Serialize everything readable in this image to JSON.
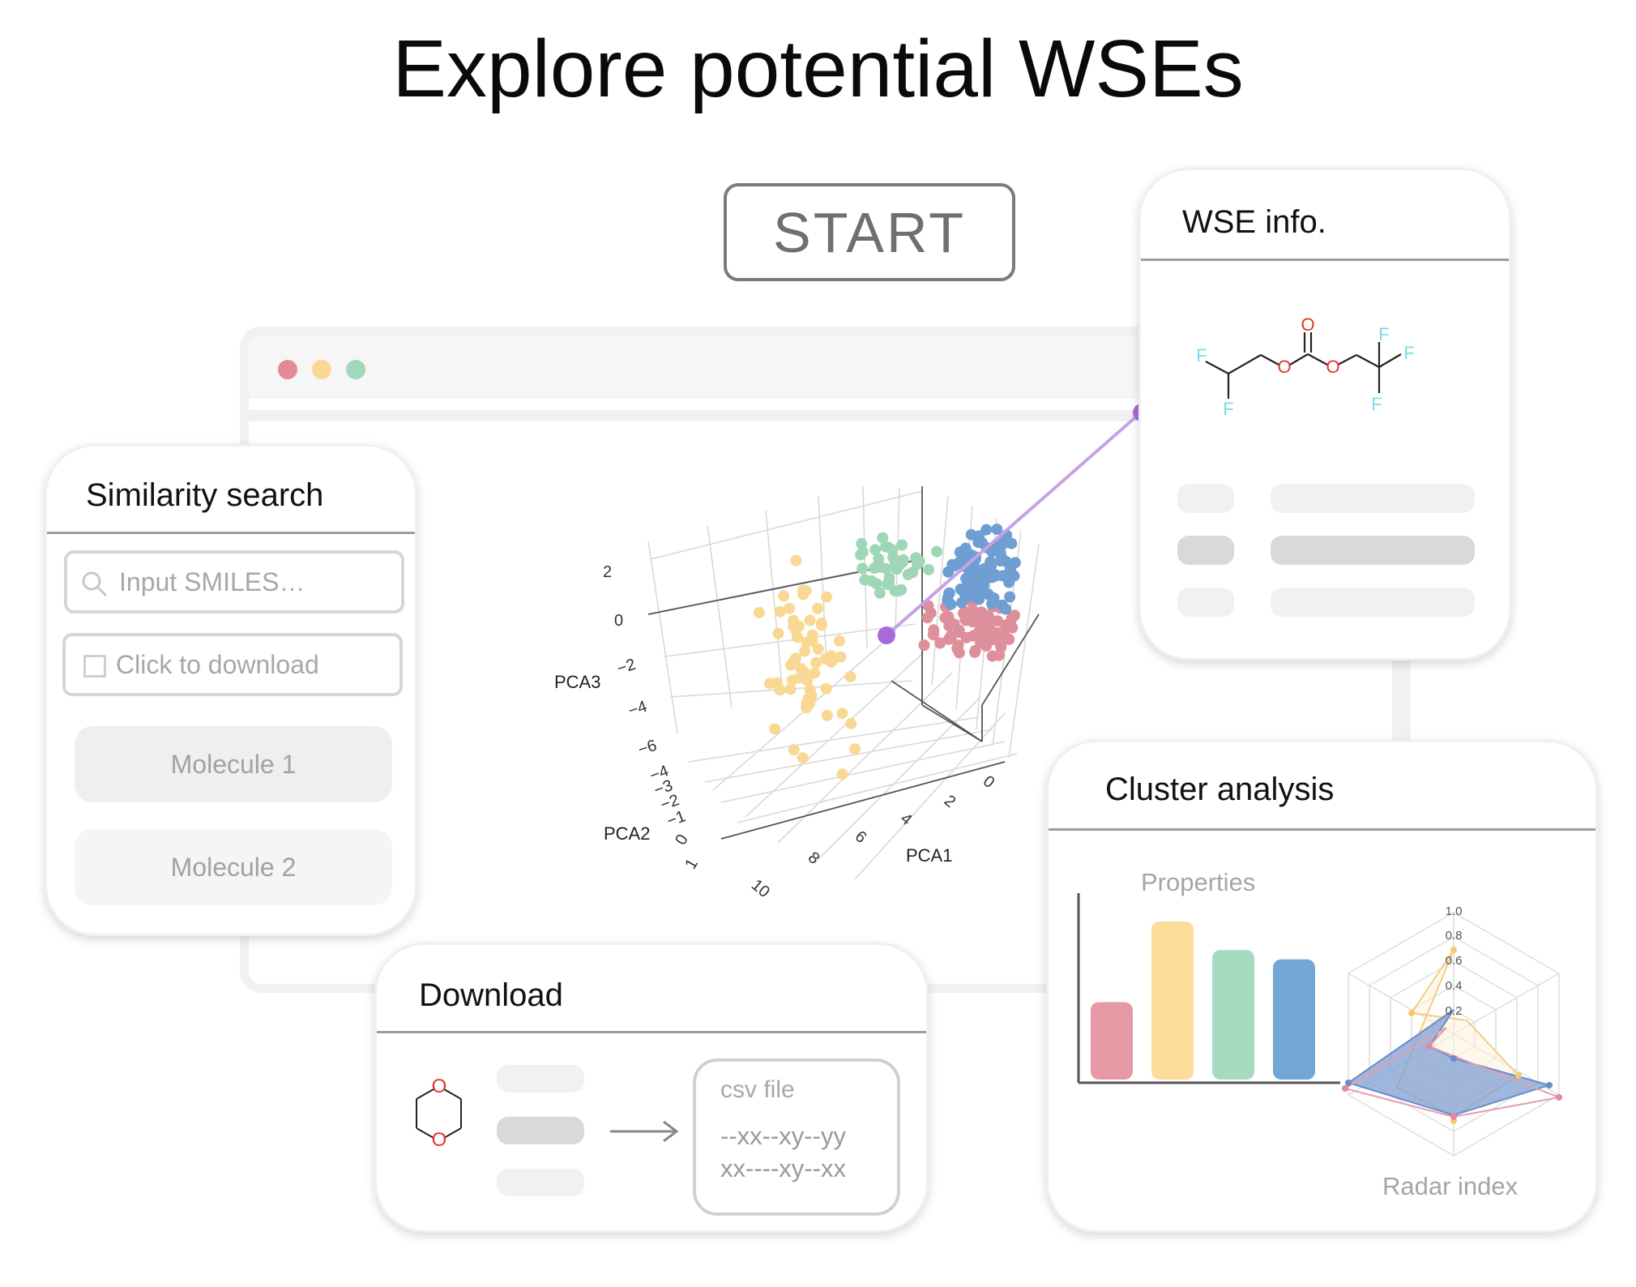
{
  "title": "Explore potential WSEs",
  "start_button": "START",
  "browser": {
    "dot_colors": [
      "#e38a98",
      "#fbd793",
      "#9fd9ba"
    ]
  },
  "similarity": {
    "title": "Similarity search",
    "search_placeholder": "Input SMILES…",
    "download_label": "Click to download",
    "molecule1": "Molecule 1",
    "molecule2": "Molecule 2"
  },
  "wse_info": {
    "title": "WSE info.",
    "atoms": {
      "F": "F",
      "O": "O"
    }
  },
  "download": {
    "title": "Download",
    "molecule_atom": "O",
    "csv_title": "csv file",
    "csv_line1": "--xx--xy--yy",
    "csv_line2": "xx----xy--xx"
  },
  "cluster": {
    "title": "Cluster analysis",
    "properties_label": "Properties",
    "radar_label": "Radar index",
    "radar_ticks": [
      "0.2",
      "0.4",
      "0.6",
      "0.8",
      "1.0"
    ],
    "bars": [
      {
        "value": 0.49,
        "color": "#e599a4"
      },
      {
        "value": 1.0,
        "color": "#fddb98"
      },
      {
        "value": 0.82,
        "color": "#a6dbc2"
      },
      {
        "value": 0.76,
        "color": "#72a6d5"
      }
    ]
  },
  "scatter": {
    "axis_pca1": "PCA1",
    "axis_pca2": "PCA2",
    "axis_pca3": "PCA3",
    "pca3_ticks": [
      "2",
      "0",
      "−2",
      "−4",
      "−6"
    ],
    "pca2_ticks": [
      "−4",
      "−3",
      "−2",
      "−1",
      "0",
      "1"
    ],
    "pca1_ticks": [
      "0",
      "2",
      "4",
      "6",
      "8",
      "10"
    ],
    "colors": {
      "blue": "#6f9fd2",
      "red": "#dd8f9c",
      "green": "#9fd7b6",
      "yellow": "#f9d894",
      "selected": "#a86ad8"
    }
  }
}
